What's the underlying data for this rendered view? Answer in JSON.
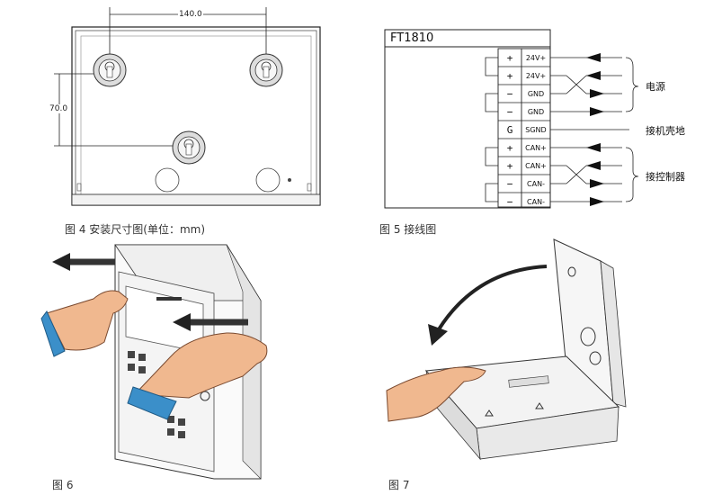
{
  "fig4": {
    "caption": "图 4 安装尺寸图(单位：mm)",
    "dim_horizontal": "140.0",
    "dim_vertical": "70.0"
  },
  "fig5": {
    "caption": "图 5 接线图",
    "model": "FT1810",
    "rows": [
      {
        "sign": "+",
        "terminal": "24V+"
      },
      {
        "sign": "+",
        "terminal": "24V+"
      },
      {
        "sign": "−",
        "terminal": "GND"
      },
      {
        "sign": "−",
        "terminal": "GND"
      },
      {
        "sign": "G",
        "terminal": "SGND"
      },
      {
        "sign": "+",
        "terminal": "CAN+"
      },
      {
        "sign": "+",
        "terminal": "CAN+"
      },
      {
        "sign": "−",
        "terminal": "CAN-"
      },
      {
        "sign": "−",
        "terminal": "CAN-"
      }
    ],
    "label_power": "电源",
    "label_ground": "接机壳地",
    "label_controller": "接控制器"
  },
  "fig6": {
    "caption": "图 6"
  },
  "fig7": {
    "caption": "图 7"
  }
}
